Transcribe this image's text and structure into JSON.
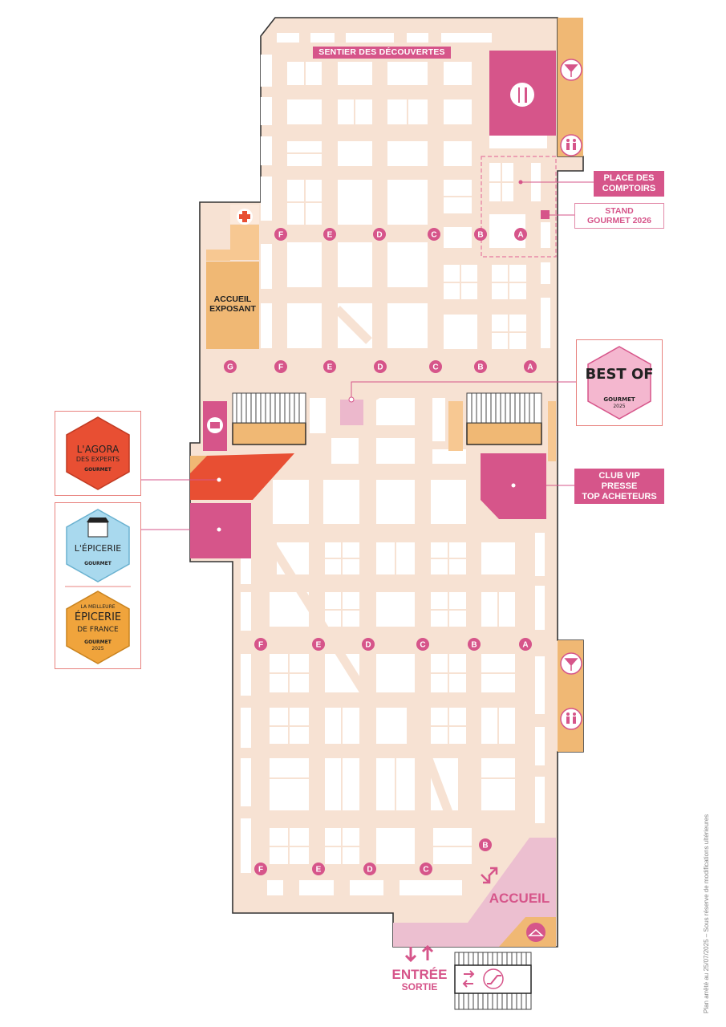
{
  "title_path": "SENTIER DES DÉCOUVERTES",
  "labels": {
    "place_comptoirs": [
      "PLACE DES",
      "COMPTOIRS"
    ],
    "stand_gourmet": [
      "STAND",
      "GOURMET 2026"
    ],
    "accueil_exposant": [
      "ACCUEIL",
      "EXPOSANT"
    ],
    "club_vip": [
      "CLUB VIP",
      "PRESSE",
      "TOP ACHETEURS"
    ],
    "accueil": "ACCUEIL",
    "entree": "ENTRÉE",
    "sortie": "SORTIE"
  },
  "legend": {
    "agora": {
      "line1": "L'AGORA",
      "line2": "DES EXPERTS",
      "brand": "GOURMET"
    },
    "epicerie": {
      "line1": "L'ÉPICERIE",
      "brand": "GOURMET"
    },
    "meilleure": {
      "line1": "LA MEILLEURE",
      "line2": "ÉPICERIE",
      "line3": "DE FRANCE",
      "brand": "GOURMET",
      "year": "2025"
    },
    "bestof": {
      "line1": "BEST OF",
      "brand": "GOURMET",
      "year": "2025"
    }
  },
  "aisle_markers": {
    "row1": [
      "F",
      "E",
      "D",
      "C",
      "B",
      "A"
    ],
    "row2": [
      "G",
      "F",
      "E",
      "D",
      "C",
      "B",
      "A"
    ],
    "row3": [
      "F",
      "E",
      "D",
      "C",
      "B",
      "A"
    ],
    "row4": [
      "F",
      "E",
      "D",
      "C"
    ],
    "row4_extra": "B"
  },
  "footnote": "Plan arrêté au 25/07/2025 – Sous réserve de modifications ultérieures",
  "icons": [
    "bar-icon",
    "restroom-icon",
    "restaurant-icon",
    "first-aid-icon",
    "press-icon",
    "cloakroom-icon",
    "escalator-icon"
  ],
  "colors": {
    "floor": "#f7e2d3",
    "aisle": "#fbece2",
    "stand": "#ffffff",
    "pink": "#d6558a",
    "orange": "#f0b874",
    "red": "#e84f33",
    "lightpink": "#ecb8cc"
  }
}
